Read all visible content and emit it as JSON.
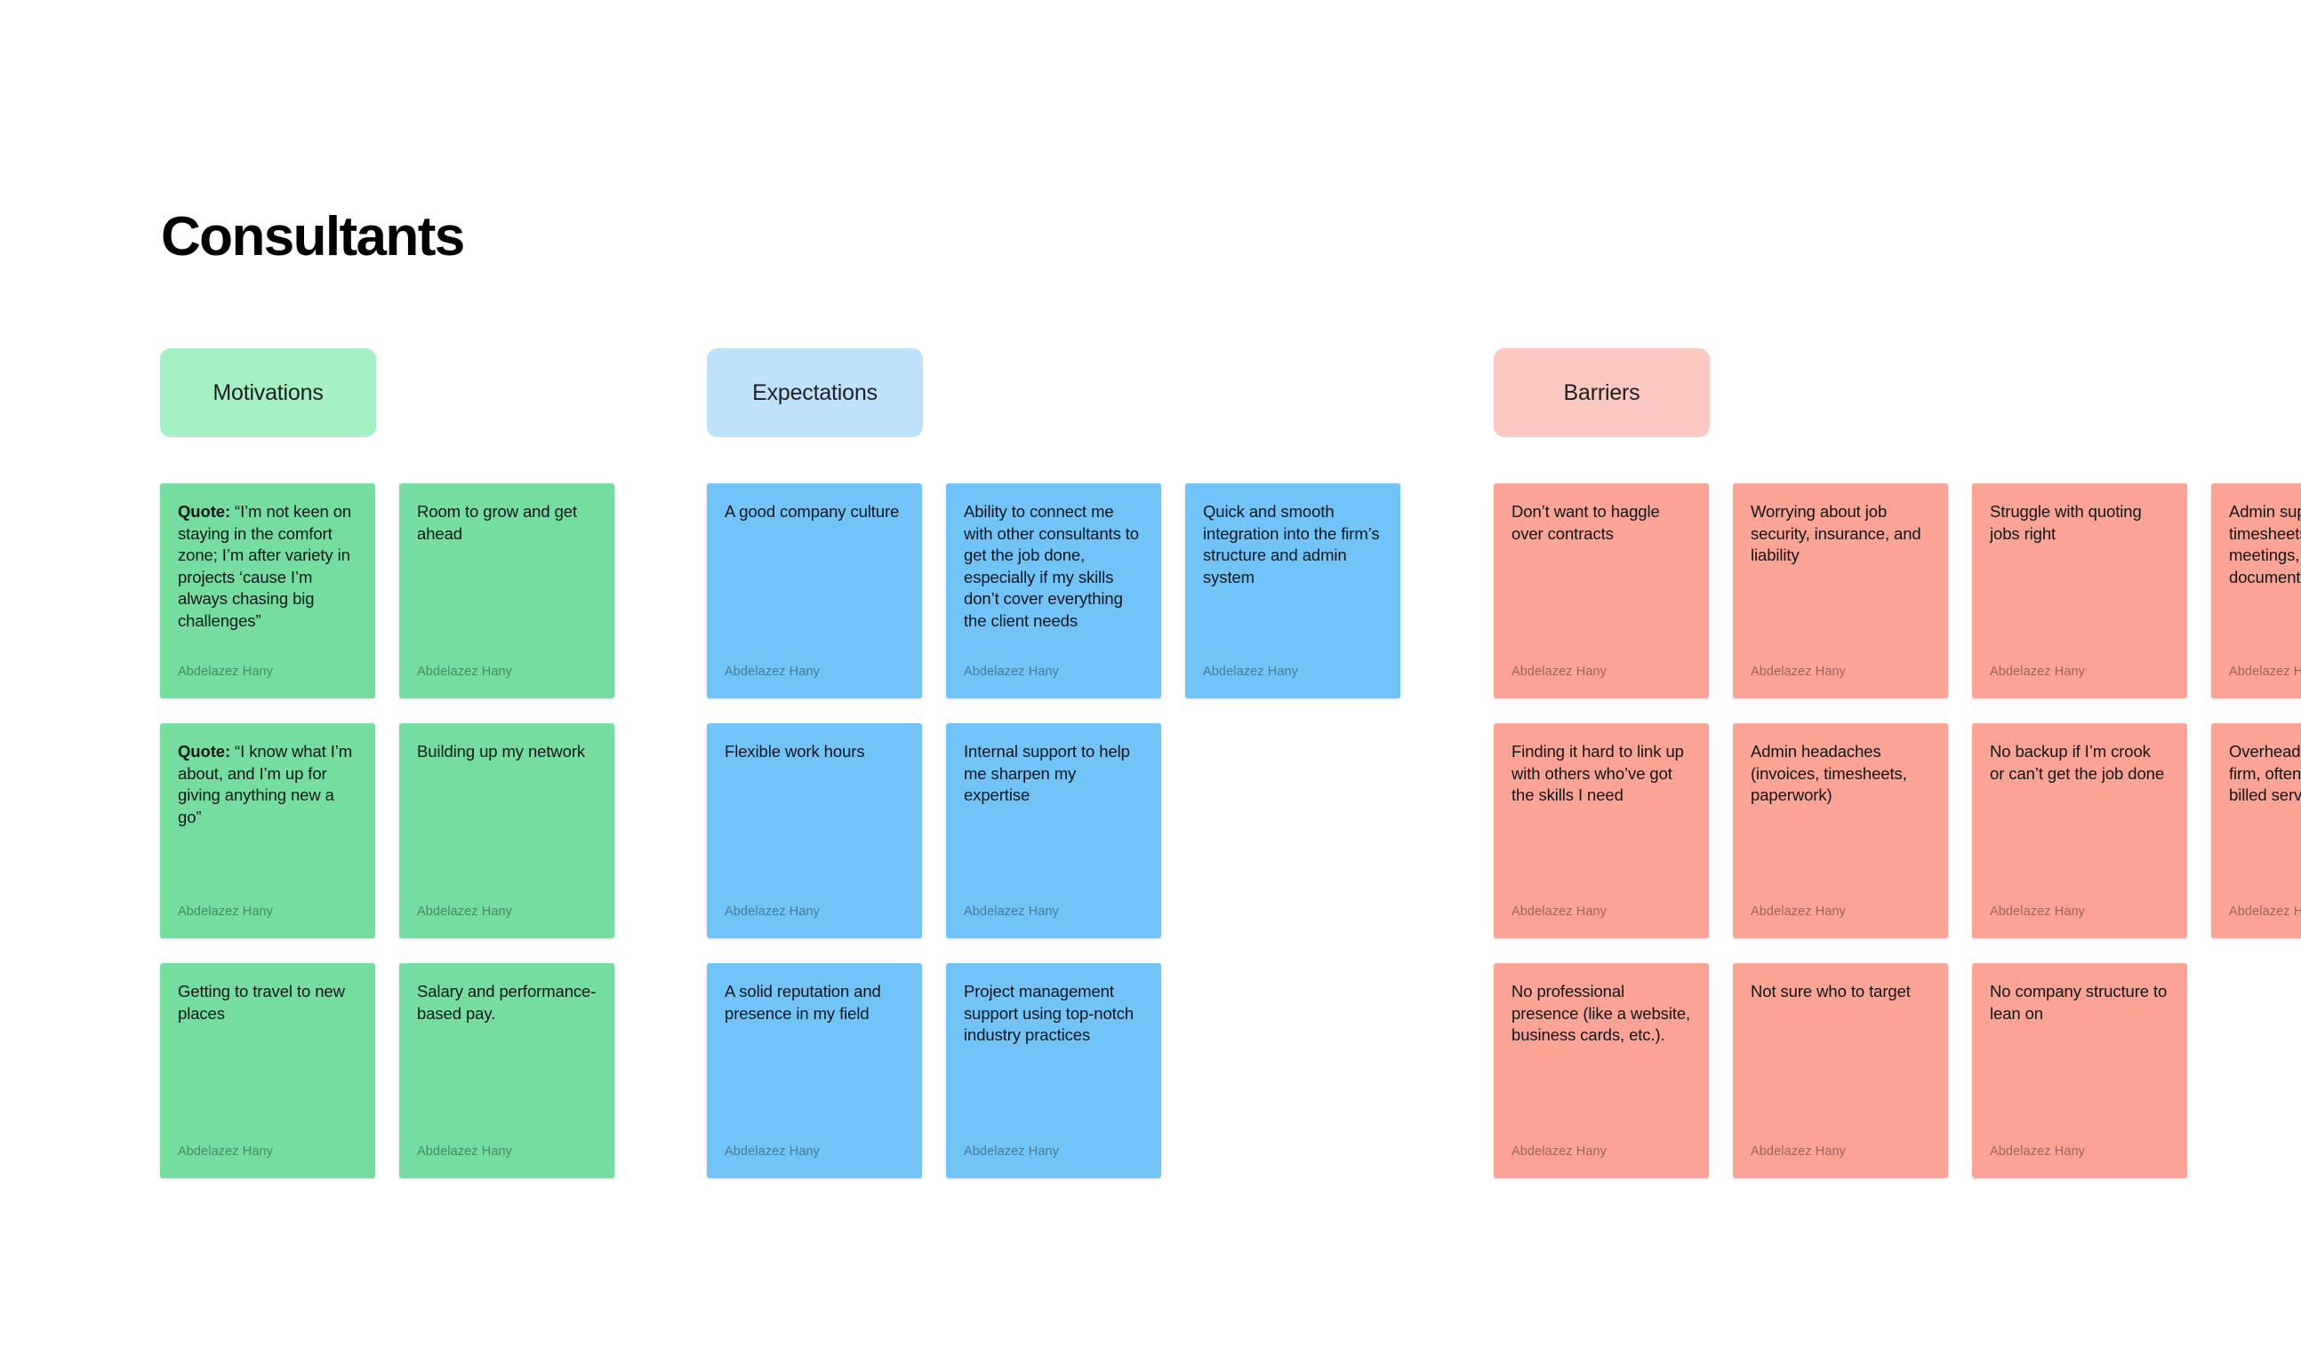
{
  "board": {
    "title": "Consultants",
    "background_color": "#ffffff"
  },
  "colors": {
    "header_green": "#a6f0c6",
    "header_blue": "#bfe2fb",
    "header_red": "#fcc9c2",
    "card_green": "#76dda0",
    "card_blue": "#72c3f7",
    "card_red": "#fba395",
    "text": "#10161c",
    "author_text": "#6b7176"
  },
  "author_default": "Abdelazez Hany",
  "columns": [
    {
      "id": "motivations",
      "header": "Motivations",
      "header_color": "#a6f0c6",
      "card_color": "#76dda0",
      "cards": [
        {
          "lead": "Quote:",
          "text": " “I’m not keen on staying in the comfort zone; I’m after variety in projects ‘cause I’m always chasing big challenges”",
          "author": "Abdelazez Hany"
        },
        {
          "lead": "",
          "text": "Room to grow and get ahead",
          "author": "Abdelazez Hany"
        },
        {
          "lead": "Quote:",
          "text": " “I know what I’m about, and I’m up for giving anything new a go”",
          "author": "Abdelazez Hany"
        },
        {
          "lead": "",
          "text": "Building up my network",
          "author": "Abdelazez Hany"
        },
        {
          "lead": "",
          "text": "Getting to travel to new places",
          "author": "Abdelazez Hany"
        },
        {
          "lead": "",
          "text": "Salary and performance-based pay.",
          "author": "Abdelazez Hany"
        }
      ]
    },
    {
      "id": "expectations",
      "header": "Expectations",
      "header_color": "#bfe2fb",
      "card_color": "#72c3f7",
      "cards": [
        {
          "lead": "",
          "text": "A good company culture",
          "author": "Abdelazez Hany"
        },
        {
          "lead": "",
          "text": "Ability to connect me with other consultants to get the job done, especially if my skills don’t cover everything the client needs",
          "author": "Abdelazez Hany"
        },
        {
          "lead": "",
          "text": "Quick and smooth integration into the firm’s structure and admin system",
          "author": "Abdelazez Hany"
        },
        {
          "lead": "",
          "text": "Flexible work hours",
          "author": "Abdelazez Hany"
        },
        {
          "lead": "",
          "text": "Internal support to help me sharpen my expertise",
          "author": "Abdelazez Hany"
        },
        {
          "lead": "",
          "text": "",
          "author": ""
        },
        {
          "lead": "",
          "text": "A solid reputation and presence in my field",
          "author": "Abdelazez Hany"
        },
        {
          "lead": "",
          "text": "Project management support using top-notch industry practices",
          "author": "Abdelazez Hany"
        }
      ]
    },
    {
      "id": "barriers",
      "header": "Barriers",
      "header_color": "#fcc9c2",
      "card_color": "#fba395",
      "cards": [
        {
          "lead": "",
          "text": "Don’t want to haggle over contracts",
          "author": "Abdelazez Hany"
        },
        {
          "lead": "",
          "text": "Worrying about job security, insurance, and liability",
          "author": "Abdelazez Hany"
        },
        {
          "lead": "",
          "text": "Struggle with quoting jobs right",
          "author": "Abdelazez Hany"
        },
        {
          "lead": "",
          "text": "Admin support for billing, timesheets, organizing meetings, storage, and document management",
          "author": "Abdelazez Hany"
        },
        {
          "lead": "",
          "text": "Finding it hard to link up with others who’ve got the skills I need",
          "author": "Abdelazez Hany"
        },
        {
          "lead": "",
          "text": "Admin headaches (invoices, timesheets, paperwork)",
          "author": "Abdelazez Hany"
        },
        {
          "lead": "",
          "text": "No backup if I’m crook or can’t get the job done",
          "author": "Abdelazez Hany"
        },
        {
          "lead": "",
          "text": "Overhead costs of the firm, often above the billed service rate",
          "author": "Abdelazez Hany"
        },
        {
          "lead": "",
          "text": "No professional presence (like a website, business cards, etc.).",
          "author": "Abdelazez Hany"
        },
        {
          "lead": "",
          "text": "Not sure who to target",
          "author": "Abdelazez Hany"
        },
        {
          "lead": "",
          "text": "No company structure to lean on",
          "author": "Abdelazez Hany"
        }
      ]
    }
  ]
}
